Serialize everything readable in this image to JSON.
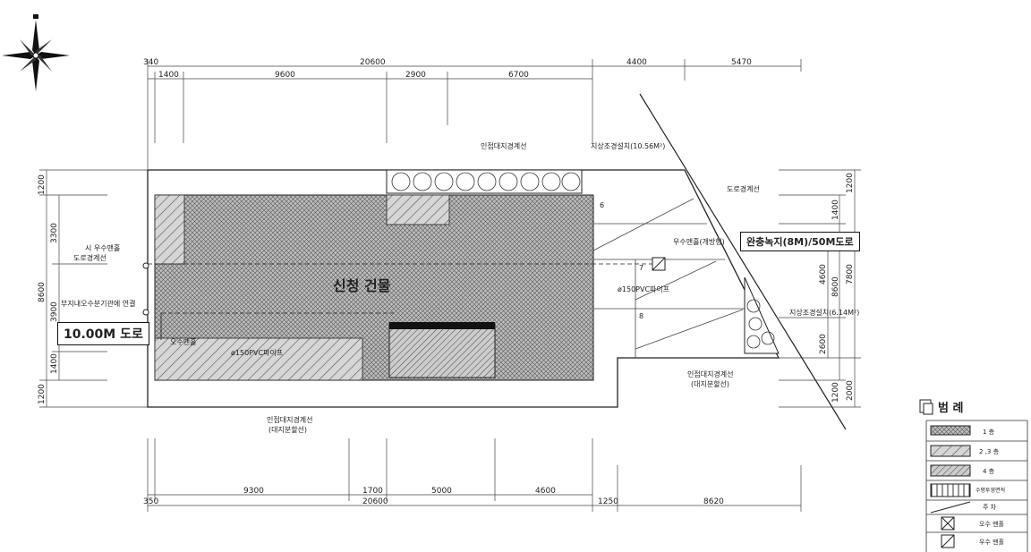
{
  "title": "신청 건물",
  "road_label": "10.00M 도로",
  "green_road_label": "완충녹지(8M)/50M도로",
  "legend": {
    "title": "범 례",
    "items": [
      {
        "label": "1 층"
      },
      {
        "label": "2 ,3 층"
      },
      {
        "label": "4 층"
      },
      {
        "label": "수평투영면적"
      },
      {
        "label": "주 차"
      },
      {
        "label": "오수 맨홀"
      },
      {
        "label": "우수 맨홀"
      }
    ]
  },
  "top_dims": {
    "row1": [
      "340",
      "20600",
      "4400",
      "5470"
    ],
    "row2": [
      "1400",
      "9600",
      "2900",
      "6700"
    ]
  },
  "bottom_dims": {
    "row1": [
      "9300",
      "1700",
      "5000",
      "4600"
    ],
    "row2": [
      "350",
      "20600",
      "1250",
      "8620"
    ]
  },
  "left_dims": {
    "outer": [
      "1200",
      "8600",
      "1200"
    ],
    "inner": [
      "3300",
      "3900",
      "1400"
    ]
  },
  "right_dims": {
    "outer": [
      "1200",
      "8600",
      "2000"
    ],
    "inner": [
      "1400",
      "4600",
      "2600",
      "1200"
    ],
    "extra": "7800"
  },
  "annotations": {
    "adjacent_boundary_top": "인접대지경계선",
    "landscape_top": "지상조경설치(10.56M²)",
    "road_boundary_right": "도로경계선",
    "rain_manhole_vent": "우수맨홀(개방형)",
    "pvc_pipe_right": "ø150PVC파이프",
    "landscape_right": "지상조경설치(6.14M²)",
    "adjacent_boundary_bottom_right": "인접대지경계선",
    "lot_split_line_right": "(대지분할선)",
    "adjacent_boundary_bottom": "인접대지경계선",
    "lot_split_line_bottom": "(대지분할선)",
    "city_rain_manhole": "시 우수맨홀",
    "road_boundary_left": "도로경계선",
    "sewage_connect": "부지내오수분기관에 연결",
    "sewage_manhole": "오수맨홀",
    "pvc_pipe_bottom": "ø150PVC파이프"
  },
  "parking_numbers": [
    "6",
    "7",
    "8"
  ]
}
